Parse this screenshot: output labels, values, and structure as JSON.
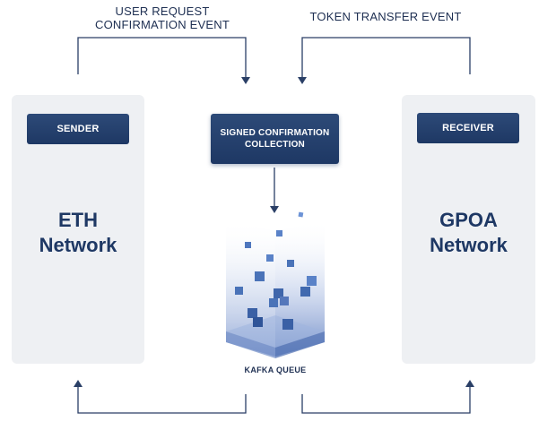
{
  "events": {
    "user_request": "USER REQUEST\nCONFIRMATION EVENT",
    "token_transfer": "TOKEN TRANSFER EVENT"
  },
  "sender": {
    "label": "SENDER",
    "network": "ETH\nNetwork"
  },
  "receiver": {
    "label": "RECEIVER",
    "network": "GPOA\nNetwork"
  },
  "signed_collection": {
    "label": "SIGNED  CONFIRMATION\nCOLLECTION"
  },
  "kafka": {
    "label": "KAFKA QUEUE"
  },
  "colors": {
    "primary_navy": "#1e3864",
    "panel_bg": "#eef0f3",
    "cube_blue": "#4a73b8",
    "line": "#2a3f66"
  }
}
